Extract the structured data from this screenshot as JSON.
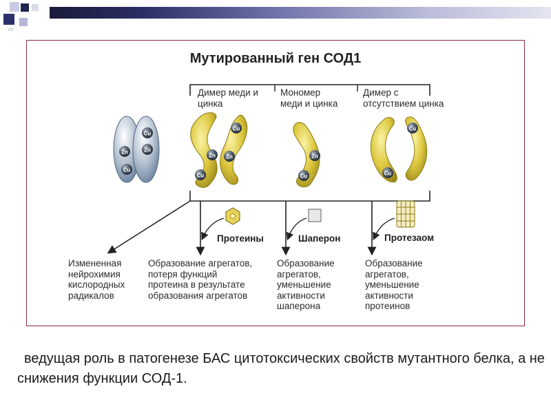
{
  "figure": {
    "title": "Мутированный ген СОД1",
    "forms": [
      {
        "line1": "Димер меди и",
        "line2": "цинка"
      },
      {
        "line1": "Мономер",
        "line2": "меди и цинка"
      },
      {
        "line1": "Димер с",
        "line2": "отсутствием цинка"
      }
    ],
    "atoms": {
      "copper": "Cu",
      "zinc": "Zn"
    },
    "interactors": {
      "proteins": "Протеины",
      "chaperone": "Шаперон",
      "proteasome": "Протезаом"
    },
    "outcomes": {
      "o1": [
        "Измененная",
        "нейрохимия",
        "кислородных",
        "радикалов"
      ],
      "o2": [
        "Образование агрегатов,",
        "потеря функций",
        "протеина в результате",
        "образования агрегатов"
      ],
      "o3": [
        "Образование",
        "агрегатов,",
        "уменьшение",
        "активности",
        "шаперона"
      ],
      "o4": [
        "Образование",
        "агрегатов,",
        "уменьшение",
        "активности",
        "протеинов"
      ]
    },
    "colors": {
      "frame": "#8b2b3a",
      "mutant_fill": "#d8c43a",
      "normal_fill": "#9fb1c6",
      "copper_ball": "#3f4a57"
    }
  },
  "caption": "ведущая роль в патогенезе БАС  цитотоксических свойств мутантного белка, а не снижения функции СОД-1."
}
